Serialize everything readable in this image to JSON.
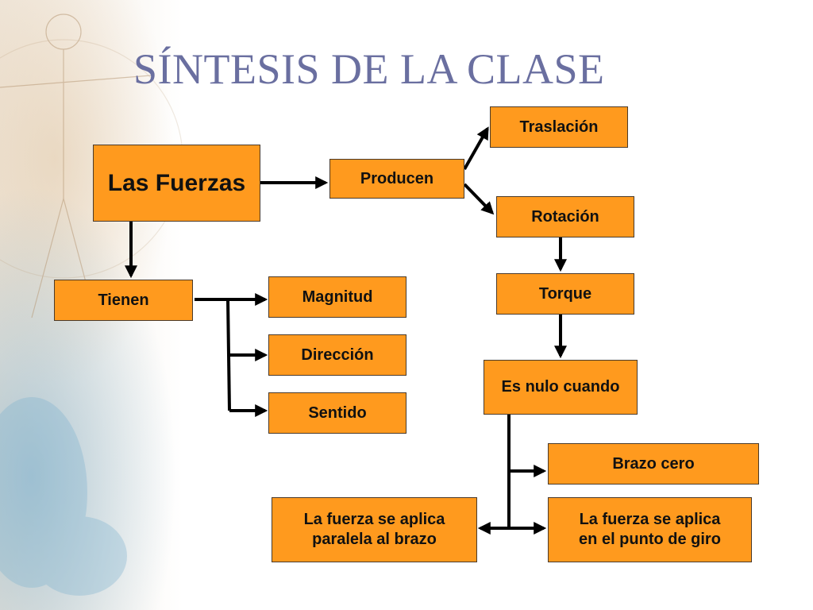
{
  "slide": {
    "title": "SÍNTESIS DE LA CLASE"
  },
  "concept_map": {
    "root": "Las Fuerzas",
    "produce": "Producen",
    "have": "Tienen",
    "effects": [
      "Traslación",
      "Rotación"
    ],
    "torque": "Torque",
    "null_when": "Es nulo cuando",
    "properties": [
      "Magnitud",
      "Dirección",
      "Sentido"
    ],
    "arm_zero": "Brazo cero",
    "force_parallel": {
      "line1": "La fuerza se aplica",
      "line2": "paralela al brazo"
    },
    "force_pivot": {
      "line1": "La fuerza se aplica",
      "line2": "en el punto de giro"
    }
  },
  "colors": {
    "box_fill": "#ff9a1e",
    "title": "#6a6fa0",
    "arrow": "#000000"
  }
}
